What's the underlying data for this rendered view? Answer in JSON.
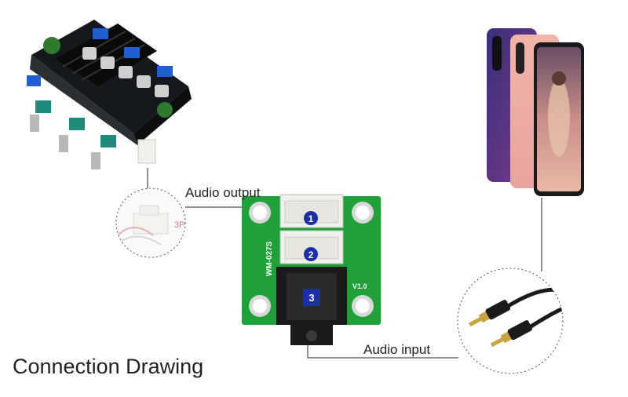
{
  "labels": {
    "audio_output": "Audio output",
    "audio_input": "Audio input",
    "title": "Connection Drawing"
  },
  "board": {
    "silkscreen_model": "WM-027S",
    "silkscreen_version": "V1.0",
    "port_numbers": [
      "1",
      "2",
      "3"
    ],
    "plug_label": "3P"
  },
  "colors": {
    "pcb_green": "#1fa038",
    "amp_board": "#111418",
    "connector_white": "#f1f1ec",
    "badge_blue": "#1b2fa8",
    "jack_black": "#1a1a1a",
    "wire": "#222222",
    "gold": "#c9a241"
  }
}
